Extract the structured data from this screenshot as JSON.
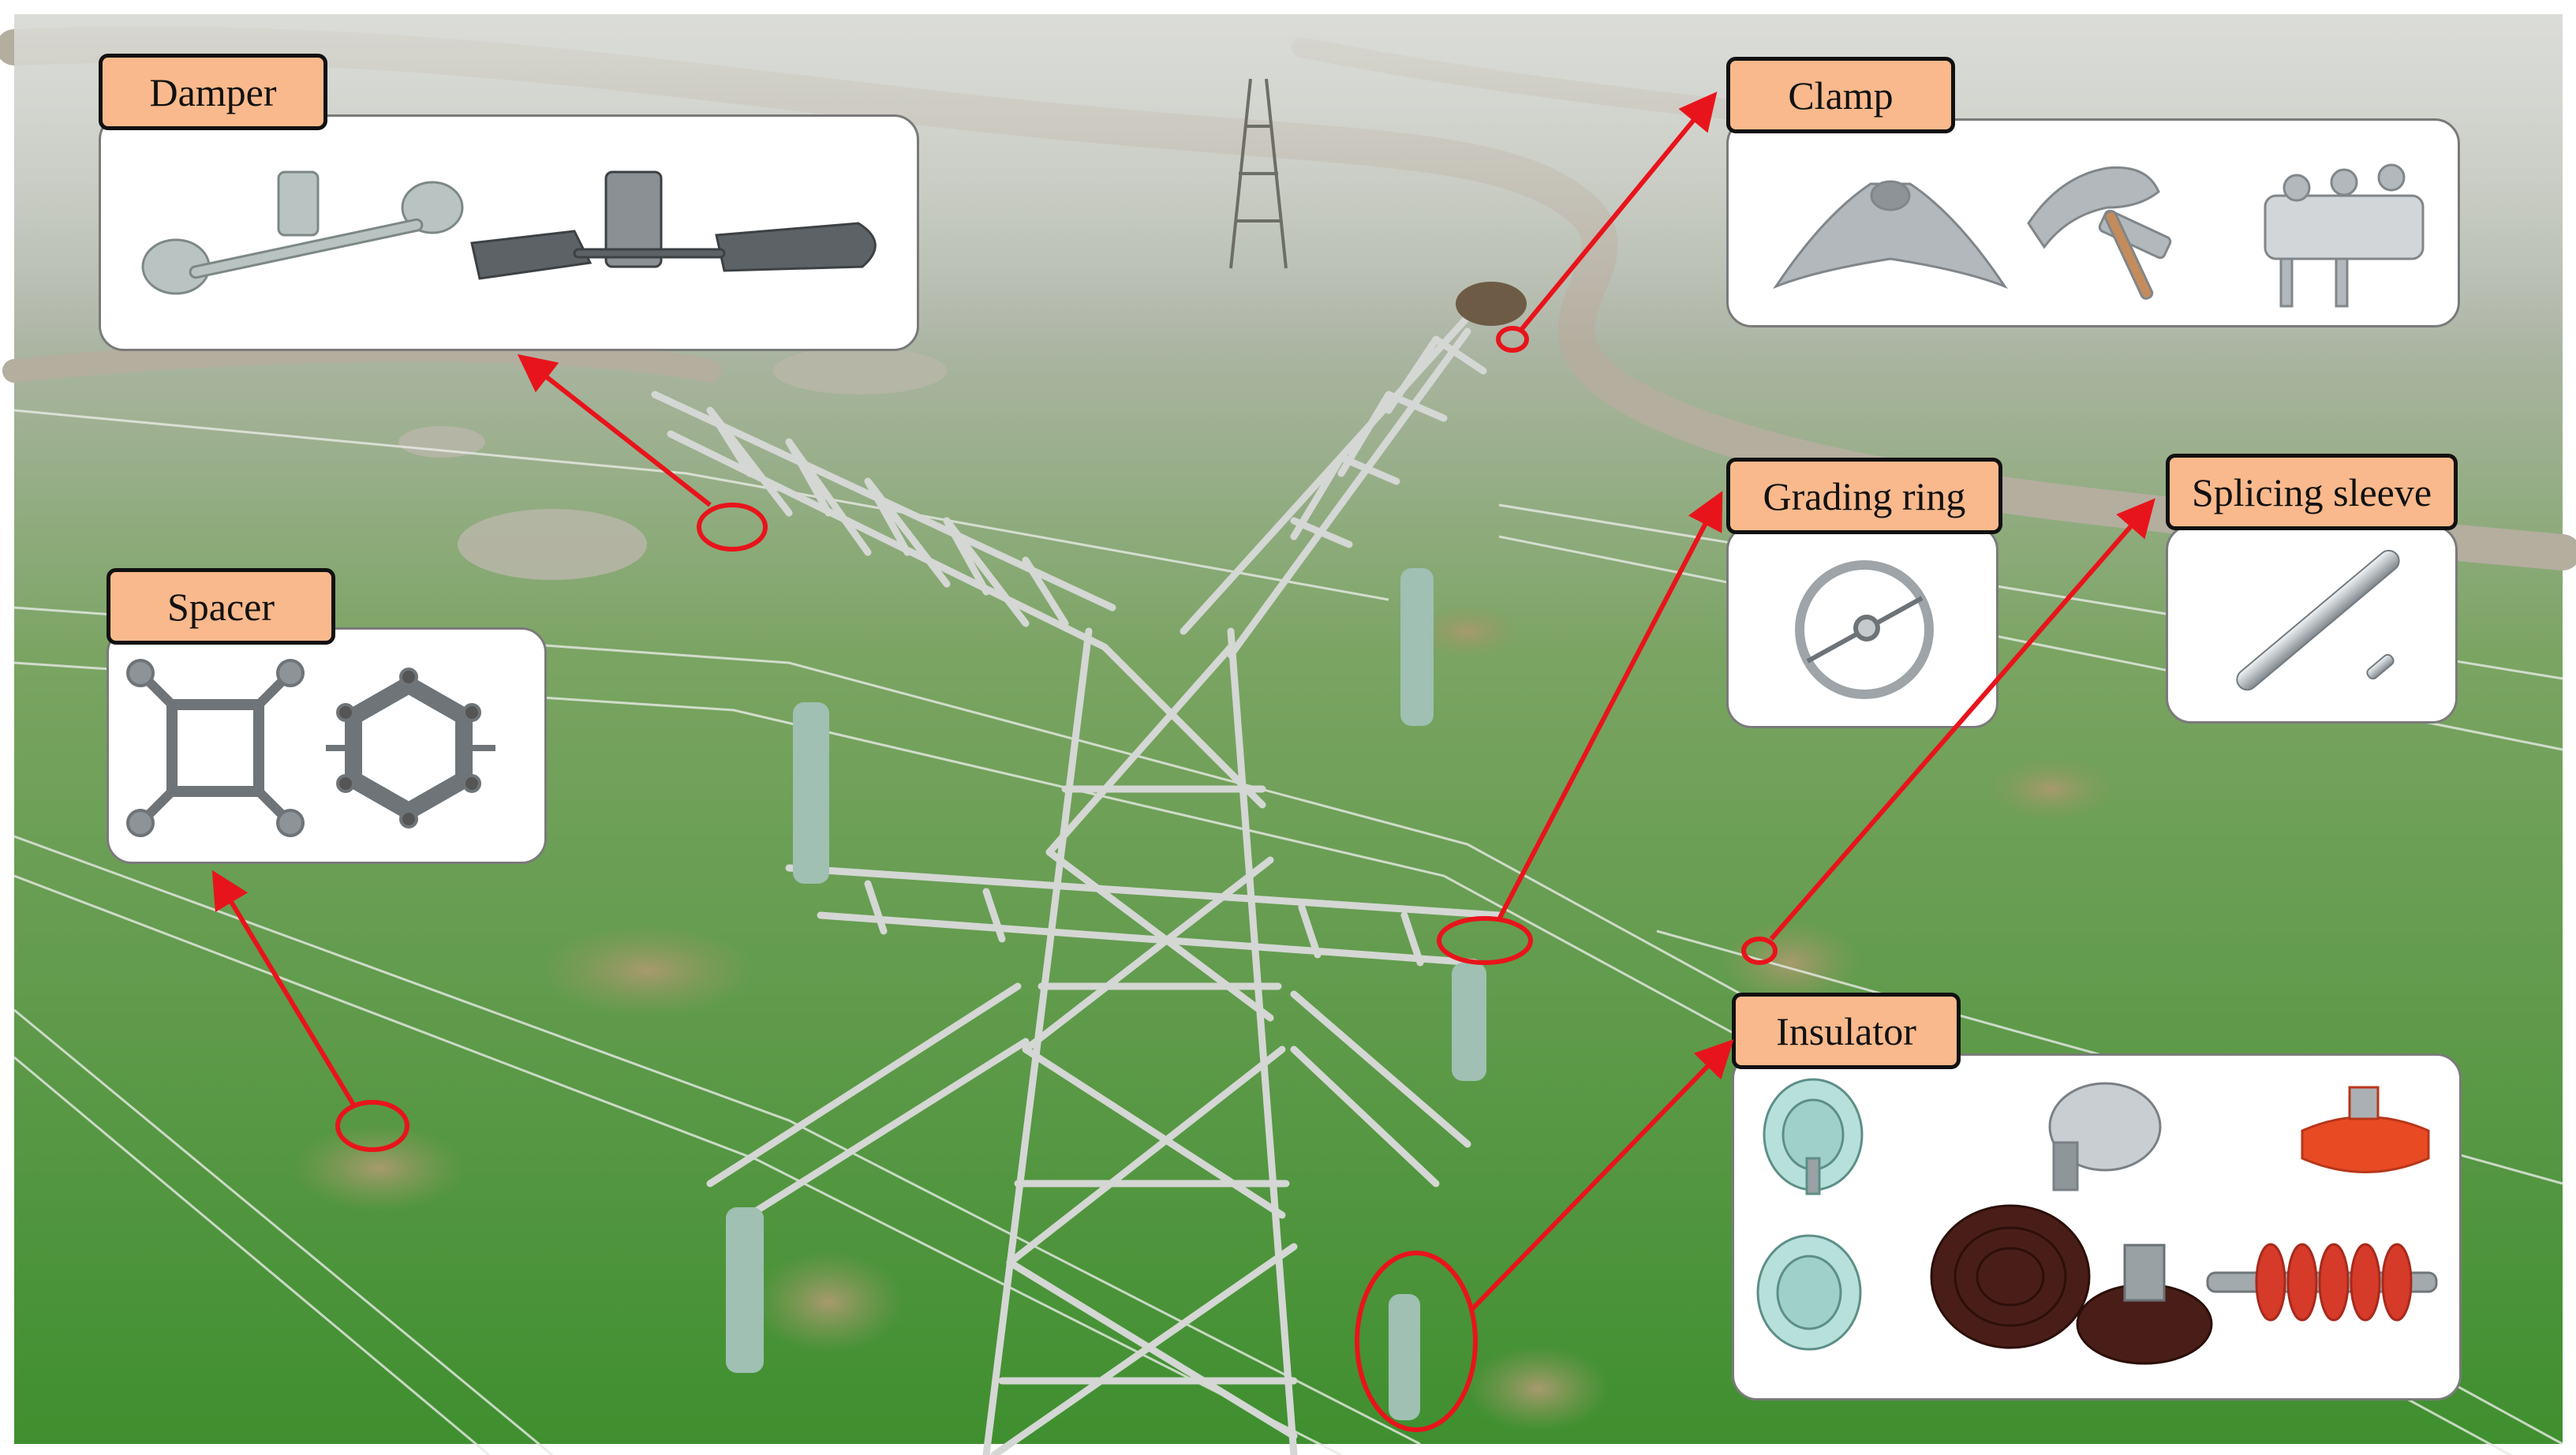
{
  "components": {
    "damper": {
      "label": "Damper",
      "icon": "damper-icon"
    },
    "clamp": {
      "label": "Clamp",
      "icon": "clamp-icon"
    },
    "spacer": {
      "label": "Spacer",
      "icon": "spacer-icon"
    },
    "grading_ring": {
      "label": "Grading ring",
      "icon": "grading-ring-icon"
    },
    "splicing_sleeve": {
      "label": "Splicing sleeve",
      "icon": "splicing-sleeve-icon"
    },
    "insulator": {
      "label": "Insulator",
      "icon": "insulator-icon"
    }
  },
  "colors": {
    "label_fill": "#f9b98c",
    "callout_red": "#e8141b",
    "field_green": "#4f9a3c",
    "river": "#a9a394",
    "tower_steel": "#d4d7d4"
  }
}
